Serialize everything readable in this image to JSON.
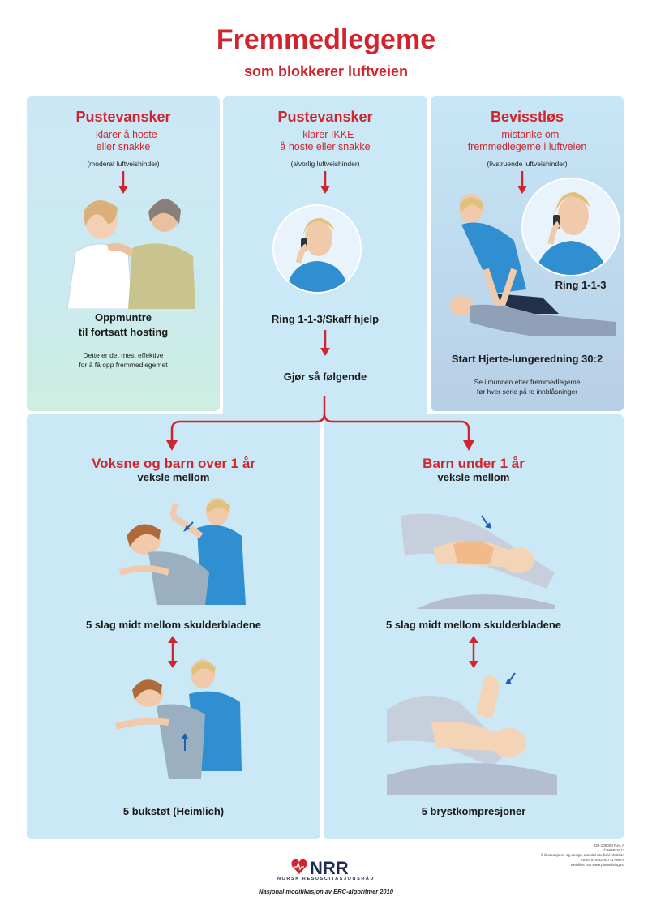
{
  "header": {
    "title": "Fremmedlegeme",
    "subtitle": "som blokkerer luftveien"
  },
  "panel_mild": {
    "heading": "Pustevansker",
    "line1": "- klarer å hoste",
    "line2": "eller snakke",
    "severity": "(moderat luftveishinder)",
    "action1": "Oppmuntre",
    "action2": "til fortsatt hosting",
    "note1": "Dette er det mest effektive",
    "note2": "for å få opp fremmedlegemet"
  },
  "panel_severe": {
    "heading": "Pustevansker",
    "line1": "- klarer IKKE",
    "line2": "å hoste eller snakke",
    "severity": "(alvorlig luftveishinder)",
    "call": "Ring 1-1-3/Skaff hjelp",
    "next": "Gjør så følgende"
  },
  "panel_unconscious": {
    "heading": "Bevisstløs",
    "line1": "- mistanke om",
    "line2": "fremmedlegeme i luftveien",
    "severity": "(livstruende luftveishinder)",
    "call": "Ring 1-1-3",
    "cpr": "Start Hjerte-lungeredning 30:2",
    "note1": "Se i munnen etter fremmedlegeme",
    "note2": "før hver serie på to innblåsninger"
  },
  "panel_adult": {
    "heading": "Voksne og barn over 1 år",
    "alternate": "veksle mellom",
    "step1": "5 slag midt mellom skulderbladene",
    "step2": "5 bukstøt (Heimlich)"
  },
  "panel_infant": {
    "heading": "Barn under 1 år",
    "alternate": "veksle mellom",
    "step1": "5 slag midt mellom skulderbladene",
    "step2": "5 brystkompresjoner"
  },
  "footer": {
    "logo_text": "NRR",
    "org_name": "NORSK RESUSCITASJONSRÅD",
    "tagline": "Nasjonal modifikasjon av ERC-algoritmer 2010",
    "meta1": "430-100000 Rev. A",
    "meta2": "© NRR 2014",
    "meta3": "© Illustrasjoner og design, Laerdal Medical AS 2014",
    "meta4": "ISBN 978-82-92741-080-5",
    "meta5": "Bestilles hos www.pinnsolving.no"
  },
  "colors": {
    "accent_red": "#d0252e",
    "panel_blue": "#cbe8f6",
    "shirt_blue": "#2f8fd0"
  }
}
